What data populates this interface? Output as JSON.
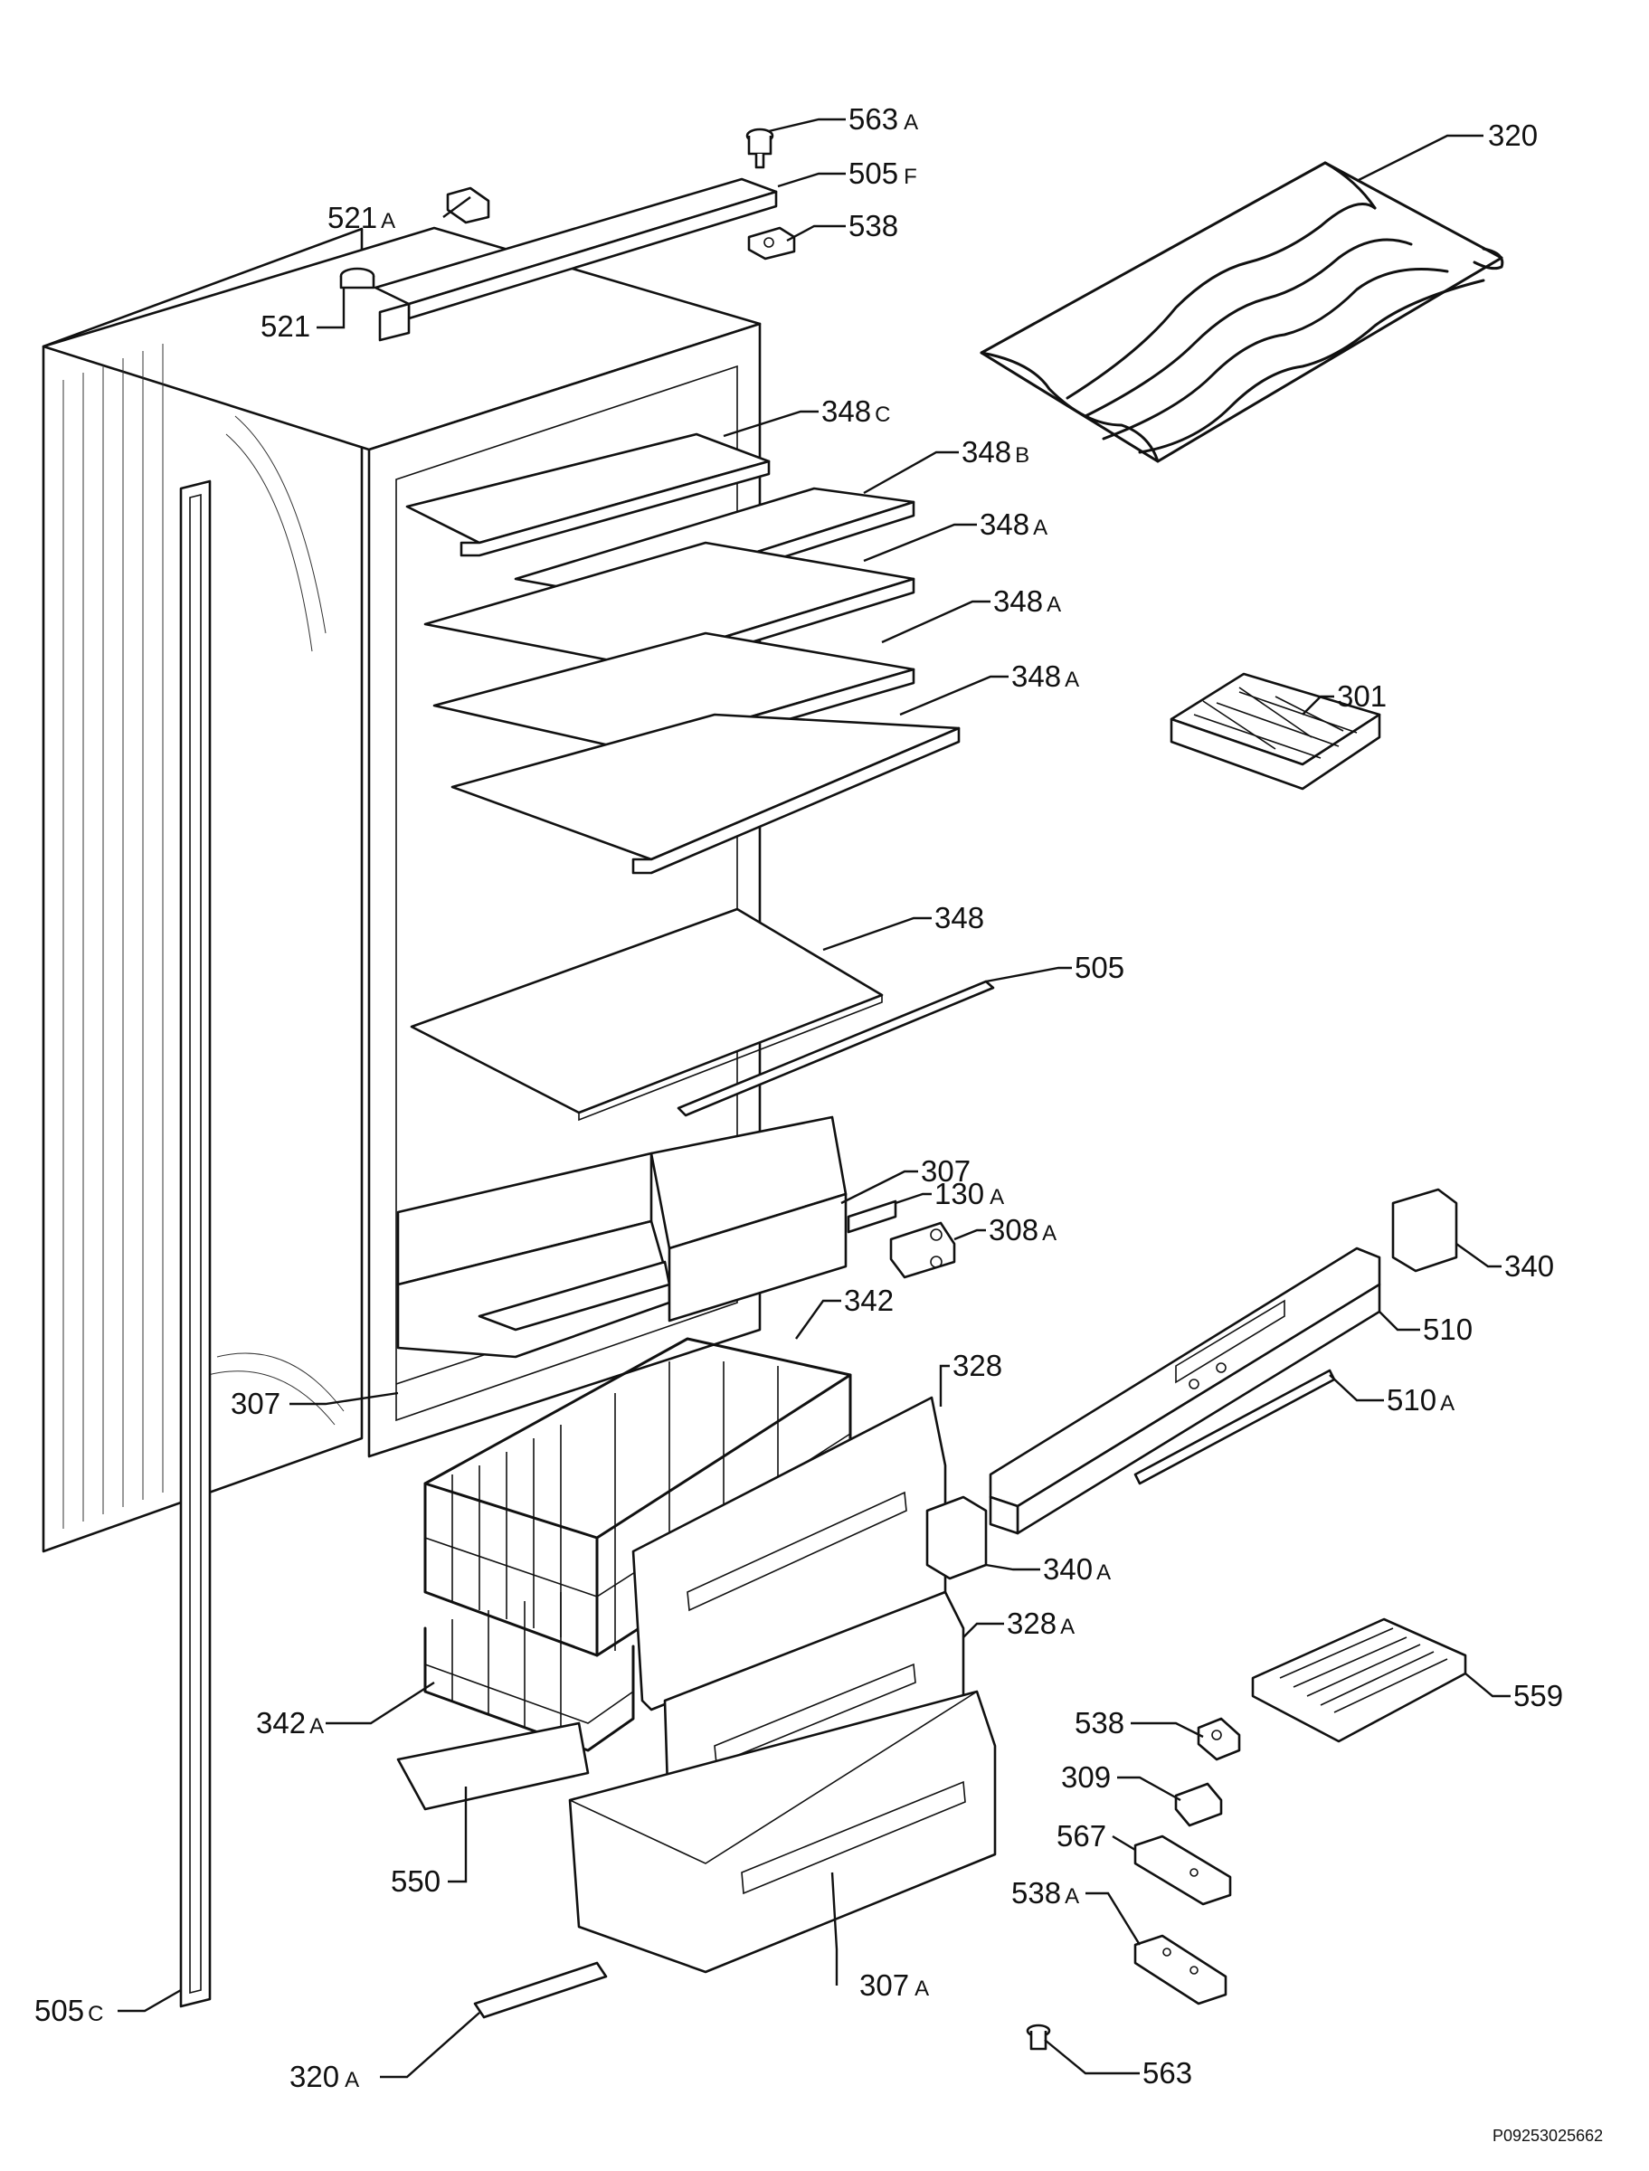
{
  "labels": [
    {
      "id": "563A_top",
      "num": "563",
      "suffix": "A"
    },
    {
      "id": "505F",
      "num": "505",
      "suffix": "F"
    },
    {
      "id": "521A",
      "num": "521",
      "suffix": "A"
    },
    {
      "id": "538_top",
      "num": "538",
      "suffix": ""
    },
    {
      "id": "521",
      "num": "521",
      "suffix": ""
    },
    {
      "id": "320",
      "num": "320",
      "suffix": ""
    },
    {
      "id": "348C",
      "num": "348",
      "suffix": "C"
    },
    {
      "id": "348B",
      "num": "348",
      "suffix": "B"
    },
    {
      "id": "348A_1",
      "num": "348",
      "suffix": "A"
    },
    {
      "id": "348A_2",
      "num": "348",
      "suffix": "A"
    },
    {
      "id": "348A_3",
      "num": "348",
      "suffix": "A"
    },
    {
      "id": "301",
      "num": "301",
      "suffix": ""
    },
    {
      "id": "348",
      "num": "348",
      "suffix": ""
    },
    {
      "id": "505",
      "num": "505",
      "suffix": ""
    },
    {
      "id": "307_top",
      "num": "307",
      "suffix": ""
    },
    {
      "id": "130A",
      "num": "130",
      "suffix": "A"
    },
    {
      "id": "308A",
      "num": "308",
      "suffix": "A"
    },
    {
      "id": "340",
      "num": "340",
      "suffix": ""
    },
    {
      "id": "342",
      "num": "342",
      "suffix": ""
    },
    {
      "id": "510",
      "num": "510",
      "suffix": ""
    },
    {
      "id": "307_left",
      "num": "307",
      "suffix": ""
    },
    {
      "id": "328",
      "num": "328",
      "suffix": ""
    },
    {
      "id": "510A",
      "num": "510",
      "suffix": "A"
    },
    {
      "id": "340A",
      "num": "340",
      "suffix": "A"
    },
    {
      "id": "328A",
      "num": "328",
      "suffix": "A"
    },
    {
      "id": "559",
      "num": "559",
      "suffix": ""
    },
    {
      "id": "342A",
      "num": "342",
      "suffix": "A"
    },
    {
      "id": "538_low",
      "num": "538",
      "suffix": ""
    },
    {
      "id": "309",
      "num": "309",
      "suffix": ""
    },
    {
      "id": "567",
      "num": "567",
      "suffix": ""
    },
    {
      "id": "538A",
      "num": "538",
      "suffix": "A"
    },
    {
      "id": "550",
      "num": "550",
      "suffix": ""
    },
    {
      "id": "505C",
      "num": "505",
      "suffix": "C"
    },
    {
      "id": "307A",
      "num": "307",
      "suffix": "A"
    },
    {
      "id": "563_low",
      "num": "563",
      "suffix": ""
    },
    {
      "id": "320A",
      "num": "320",
      "suffix": "A"
    }
  ],
  "drawing_code": "P09253025662"
}
